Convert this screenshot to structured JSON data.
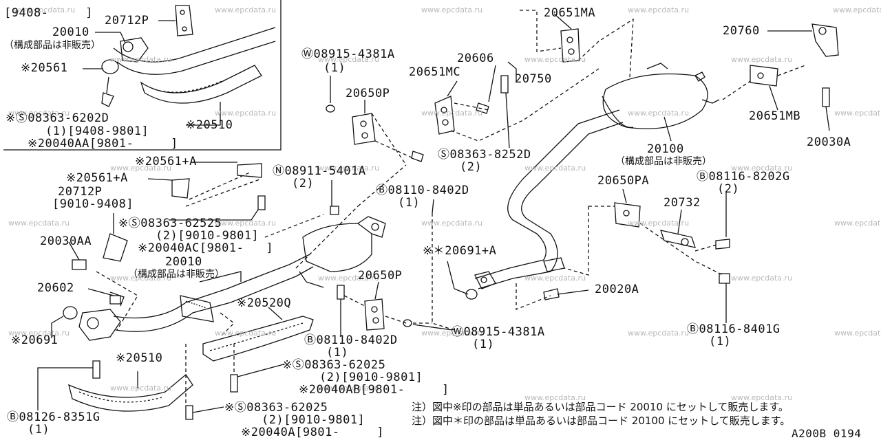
{
  "watermark": "www.epcdata.ru",
  "inset": {
    "date_label": "[9408-     ]",
    "parts": {
      "p20712p": "20712P",
      "p20010": "20010",
      "not_sold": "（構成部品は非販売）",
      "p20561": "※20561",
      "s08363": "※Ⓢ08363-6202D",
      "s08363_qty": "(1)[9408-9801]",
      "p20040aa": "※20040AA[9801-     ]",
      "p20510": "※20510"
    }
  },
  "labels": {
    "w08915_top": "Ⓦ08915-4381A",
    "w08915_top_qty": "(1)",
    "p20650p_top": "20650P",
    "p20651mc": "20651MC",
    "p20606": "20606",
    "p20651ma": "20651MA",
    "p20750": "20750",
    "s08363_8252d": "Ⓢ08363-8252D",
    "s08363_8252d_qty": "(2)",
    "p20760": "20760",
    "p20651mb": "20651MB",
    "p20030a": "20030A",
    "p20100": "20100",
    "p20100_note": "（構成部品は非販売）",
    "p20561a_1": "※20561+A",
    "n08911": "Ⓝ08911-5401A",
    "n08911_qty": "(2)",
    "p20561a_2": "※20561+A",
    "b08110_top": "Ⓑ08110-8402D",
    "b08110_top_qty": "(1)",
    "p20712p_main": "20712P",
    "p20712p_date": "[9010-9408]",
    "p20650pa": "20650PA",
    "b08116_8202g": "Ⓑ08116-8202G",
    "b08116_8202g_qty": "(2)",
    "p20732": "20732",
    "s08363_62525": "※Ⓢ08363-62525",
    "s08363_62525_qty": "(2)[9010-9801]",
    "p20030aa": "20030AA",
    "p20040ac": "※20040AC[9801-   ]",
    "p20010_main": "20010",
    "p20010_note": "（構成部品は非販売）",
    "p20691a": "※＊20691+A",
    "p20602": "20602",
    "p20650p_bot": "20650P",
    "p20020a": "20020A",
    "p20520q": "※20520Q",
    "p20691": "※20691",
    "b08110_bot": "Ⓑ08110-8402D",
    "b08110_bot_qty": "(1)",
    "w08915_bot": "Ⓦ08915-4381A",
    "w08915_bot_qty": "(1)",
    "b08116_8401g": "Ⓑ08116-8401G",
    "b08116_8401g_qty": "(1)",
    "p20510_main": "※20510",
    "s08363_62025_a": "※Ⓢ08363-62025",
    "s08363_62025_a_qty": "(2)[9010-9801]",
    "p20040ab": "※20040AB[9801-     ]",
    "b08126": "Ⓑ08126-8351G",
    "b08126_qty": "(1)",
    "s08363_62025_b": "※Ⓢ08363-62025",
    "s08363_62025_b_qty": "(2)[9010-9801]",
    "p20040a": "※20040A[9801-     ]"
  },
  "notes": {
    "note1": "注）図中※印の部品は単品あるいは部品コード 20010 にセットして販売します。",
    "note2": "注）図中＊印の部品は単品あるいは部品コード 20100 にセットして販売します。"
  },
  "diagram_code": "A200B 0194"
}
